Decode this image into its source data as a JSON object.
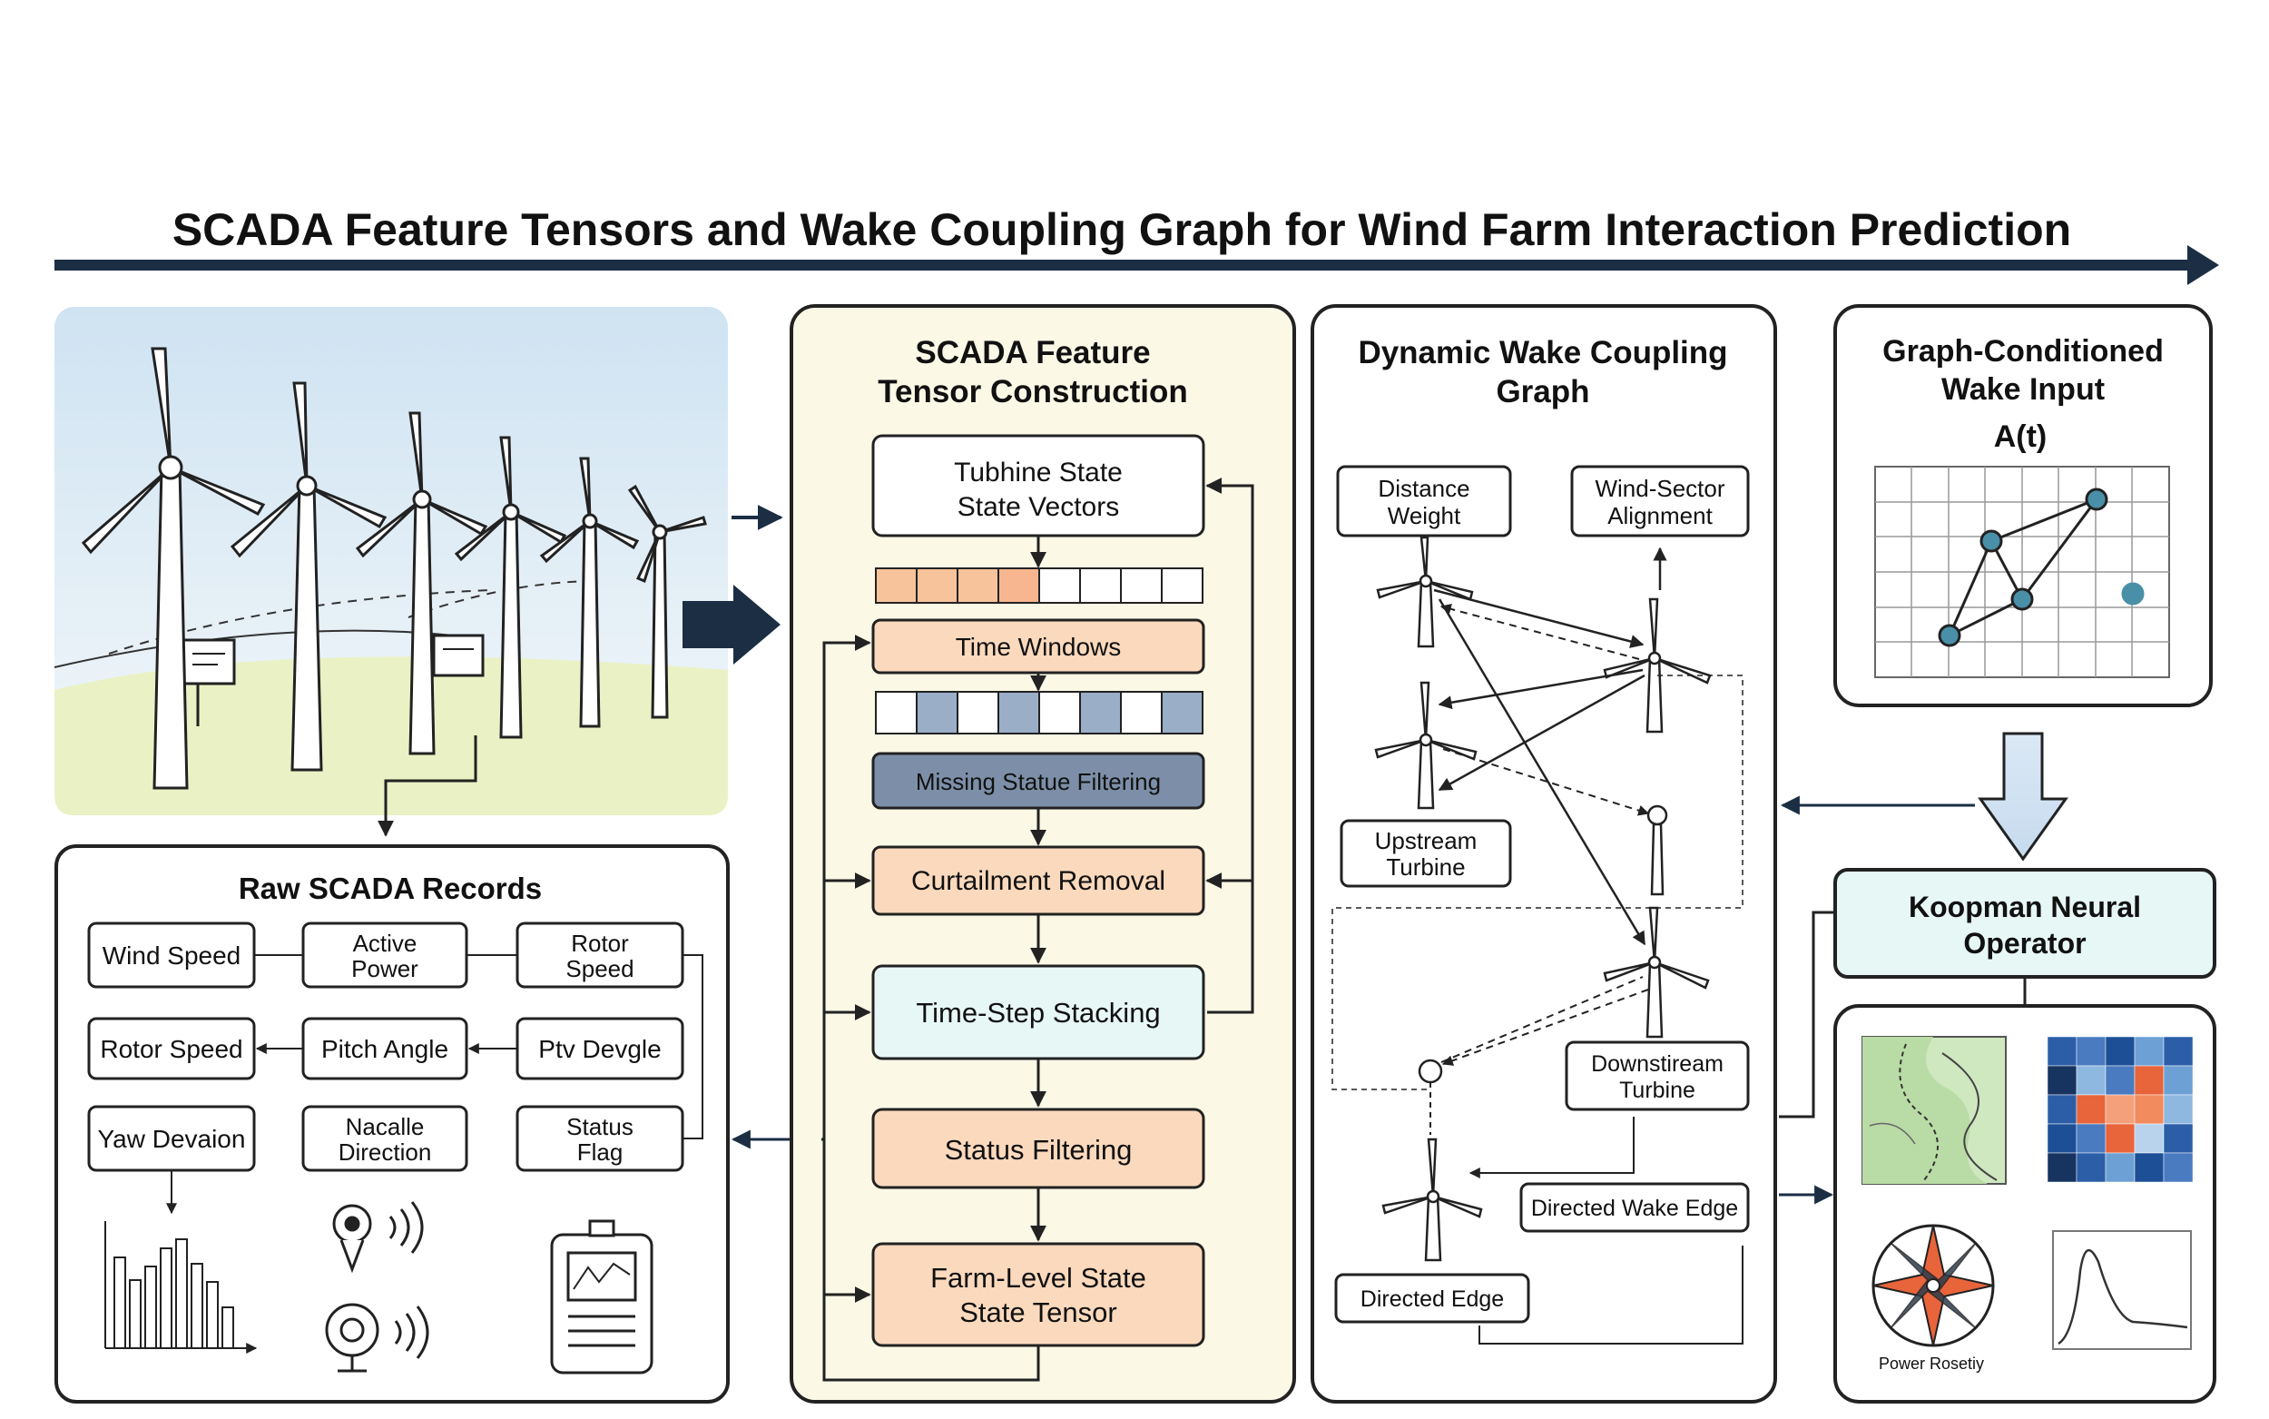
{
  "title": "SCADA Feature Tensors and Wake Coupling Graph for Wind Farm Interaction Prediction",
  "colors": {
    "navy": "#1b2e44",
    "peach": "#fbd9bd",
    "peach_border": "#2a2a2a",
    "mint": "#e7f7f6",
    "grey_blue": "#7d8fa8",
    "panel_cream": "#fbf8e6",
    "sky_top": "#cfe3f2",
    "grass": "#eaf1c4",
    "heat_orange": "#e8643a",
    "heat_blue": "#1d4f96"
  },
  "raw": {
    "title": "Raw SCADA Records",
    "wind_speed": "Wind Speed",
    "active_power_1": "Active",
    "active_power_2": "Power",
    "rotor_speed_a1": "Rotor",
    "rotor_speed_a2": "Speed",
    "rotor_speed_b": "Rotor Speed",
    "pitch_angle": "Pitch Angle",
    "ptv": "Ptv Devgle",
    "yaw": "Yaw Devaion",
    "nacelle_1": "Nacalle",
    "nacelle_2": "Direction",
    "status_1": "Status",
    "status_2": "Flag"
  },
  "feature": {
    "title_1": "SCADA Feature",
    "title_2": "Tensor Construction",
    "state_1": "Tubhine State",
    "state_2": "State Vectors",
    "time_windows": "Time Windows",
    "missing": "Missing Statue Filtering",
    "curtailment": "Curtailment Removal",
    "stacking": "Time-Step Stacking",
    "status_filter": "Status Filtering",
    "farm_1": "Farm-Level State",
    "farm_2": "State Tensor"
  },
  "wake": {
    "title_1": "Dynamic Wake Coupling",
    "title_2": "Graph",
    "distance_1": "Distance",
    "distance_2": "Weight",
    "sector_1": "Wind-Sector",
    "sector_2": "Alignment",
    "upstream_1": "Upstream",
    "upstream_2": "Turbine",
    "downstream_1": "Downstiream",
    "downstream_2": "Turbine",
    "directed_wake": "Directed Wake Edge",
    "directed_edge": "Directed Edge"
  },
  "graph_input": {
    "title_1": "Graph-Conditioned",
    "title_2": "Wake Input",
    "formula": "A(t)"
  },
  "koopman": {
    "title_1": "Koopman Neural",
    "title_2": "Operator"
  },
  "outputs": {
    "power_label": "Power Rosetiy"
  }
}
